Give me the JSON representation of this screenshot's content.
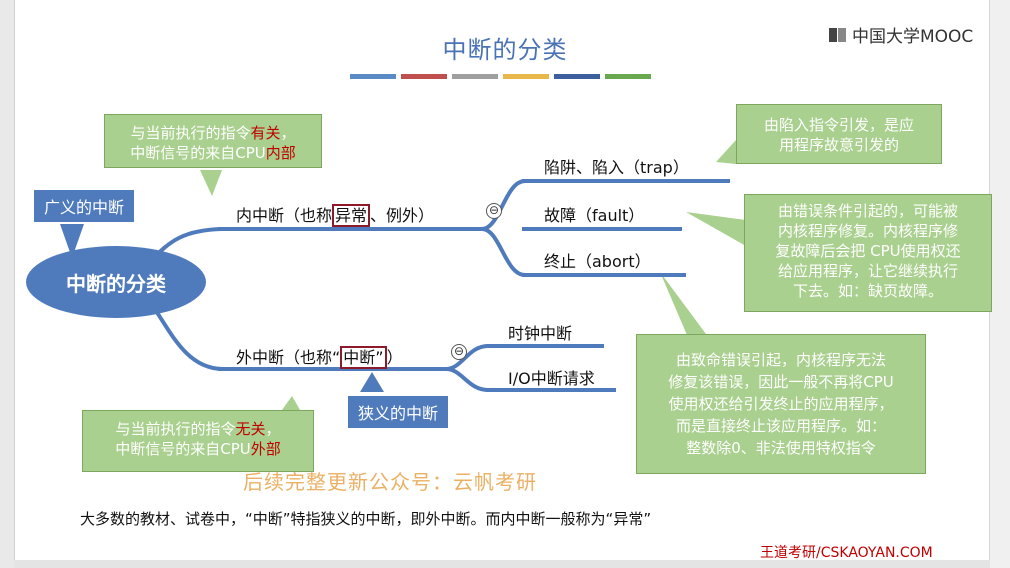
{
  "slide": {
    "title": "中断的分类",
    "logo_text": "中国大学MOOC",
    "color_bar": [
      "#5b8bc4",
      "#c0504d",
      "#9f9f9f",
      "#e8b84a",
      "#3d5f9e",
      "#6aa84f"
    ]
  },
  "mindmap": {
    "center": "中断的分类",
    "broad_tag": "广义的中断",
    "narrow_tag": "狭义的中断",
    "internal": {
      "label_pre": "内中断（也称",
      "label_highlight": "异常",
      "label_post": "、例外）",
      "collapse_icon": "⊖",
      "children": [
        "陷阱、陷入（trap）",
        "故障（fault）",
        "终止（abort）"
      ]
    },
    "external": {
      "label_pre": "外中断（也称“",
      "label_highlight": "中断”",
      "label_post": "）",
      "collapse_icon": "⊖",
      "children": [
        "时钟中断",
        "I/O中断请求"
      ]
    }
  },
  "callouts": {
    "internal_note": {
      "line1_pre": "与当前执行的指令",
      "line1_red": "有关",
      "line1_post": "，",
      "line2_pre": "中断信号的来自CPU",
      "line2_red": "内部"
    },
    "external_note": {
      "line1_pre": "与当前执行的指令",
      "line1_red": "无关",
      "line1_post": "，",
      "line2_pre": "中断信号的来自CPU",
      "line2_red": "外部"
    },
    "trap_note": [
      "由陷入指令引发，是应",
      "用程序故意引发的"
    ],
    "fault_note": [
      "由错误条件引起的，可能被",
      "内核程序修复。内核程序修",
      "复故障后会把 CPU使用权还",
      "给应用程序，让它继续执行",
      "下去。如：缺页故障。"
    ],
    "abort_note": [
      "由致命错误引起，内核程序无法",
      "修复该错误，因此一般不再将CPU",
      "使用权还给引发终止的应用程序，",
      "而是直接终止该应用程序。如：",
      "整数除0、非法使用特权指令"
    ]
  },
  "watermark": "后续完整更新公众号：云帆考研",
  "bottom_note": "大多数的教材、试卷中，“中断”特指狭义的中断，即外中断。而内中断一般称为“异常”",
  "footer": {
    "site": "王道考研/CSKAOYAN.COM"
  }
}
